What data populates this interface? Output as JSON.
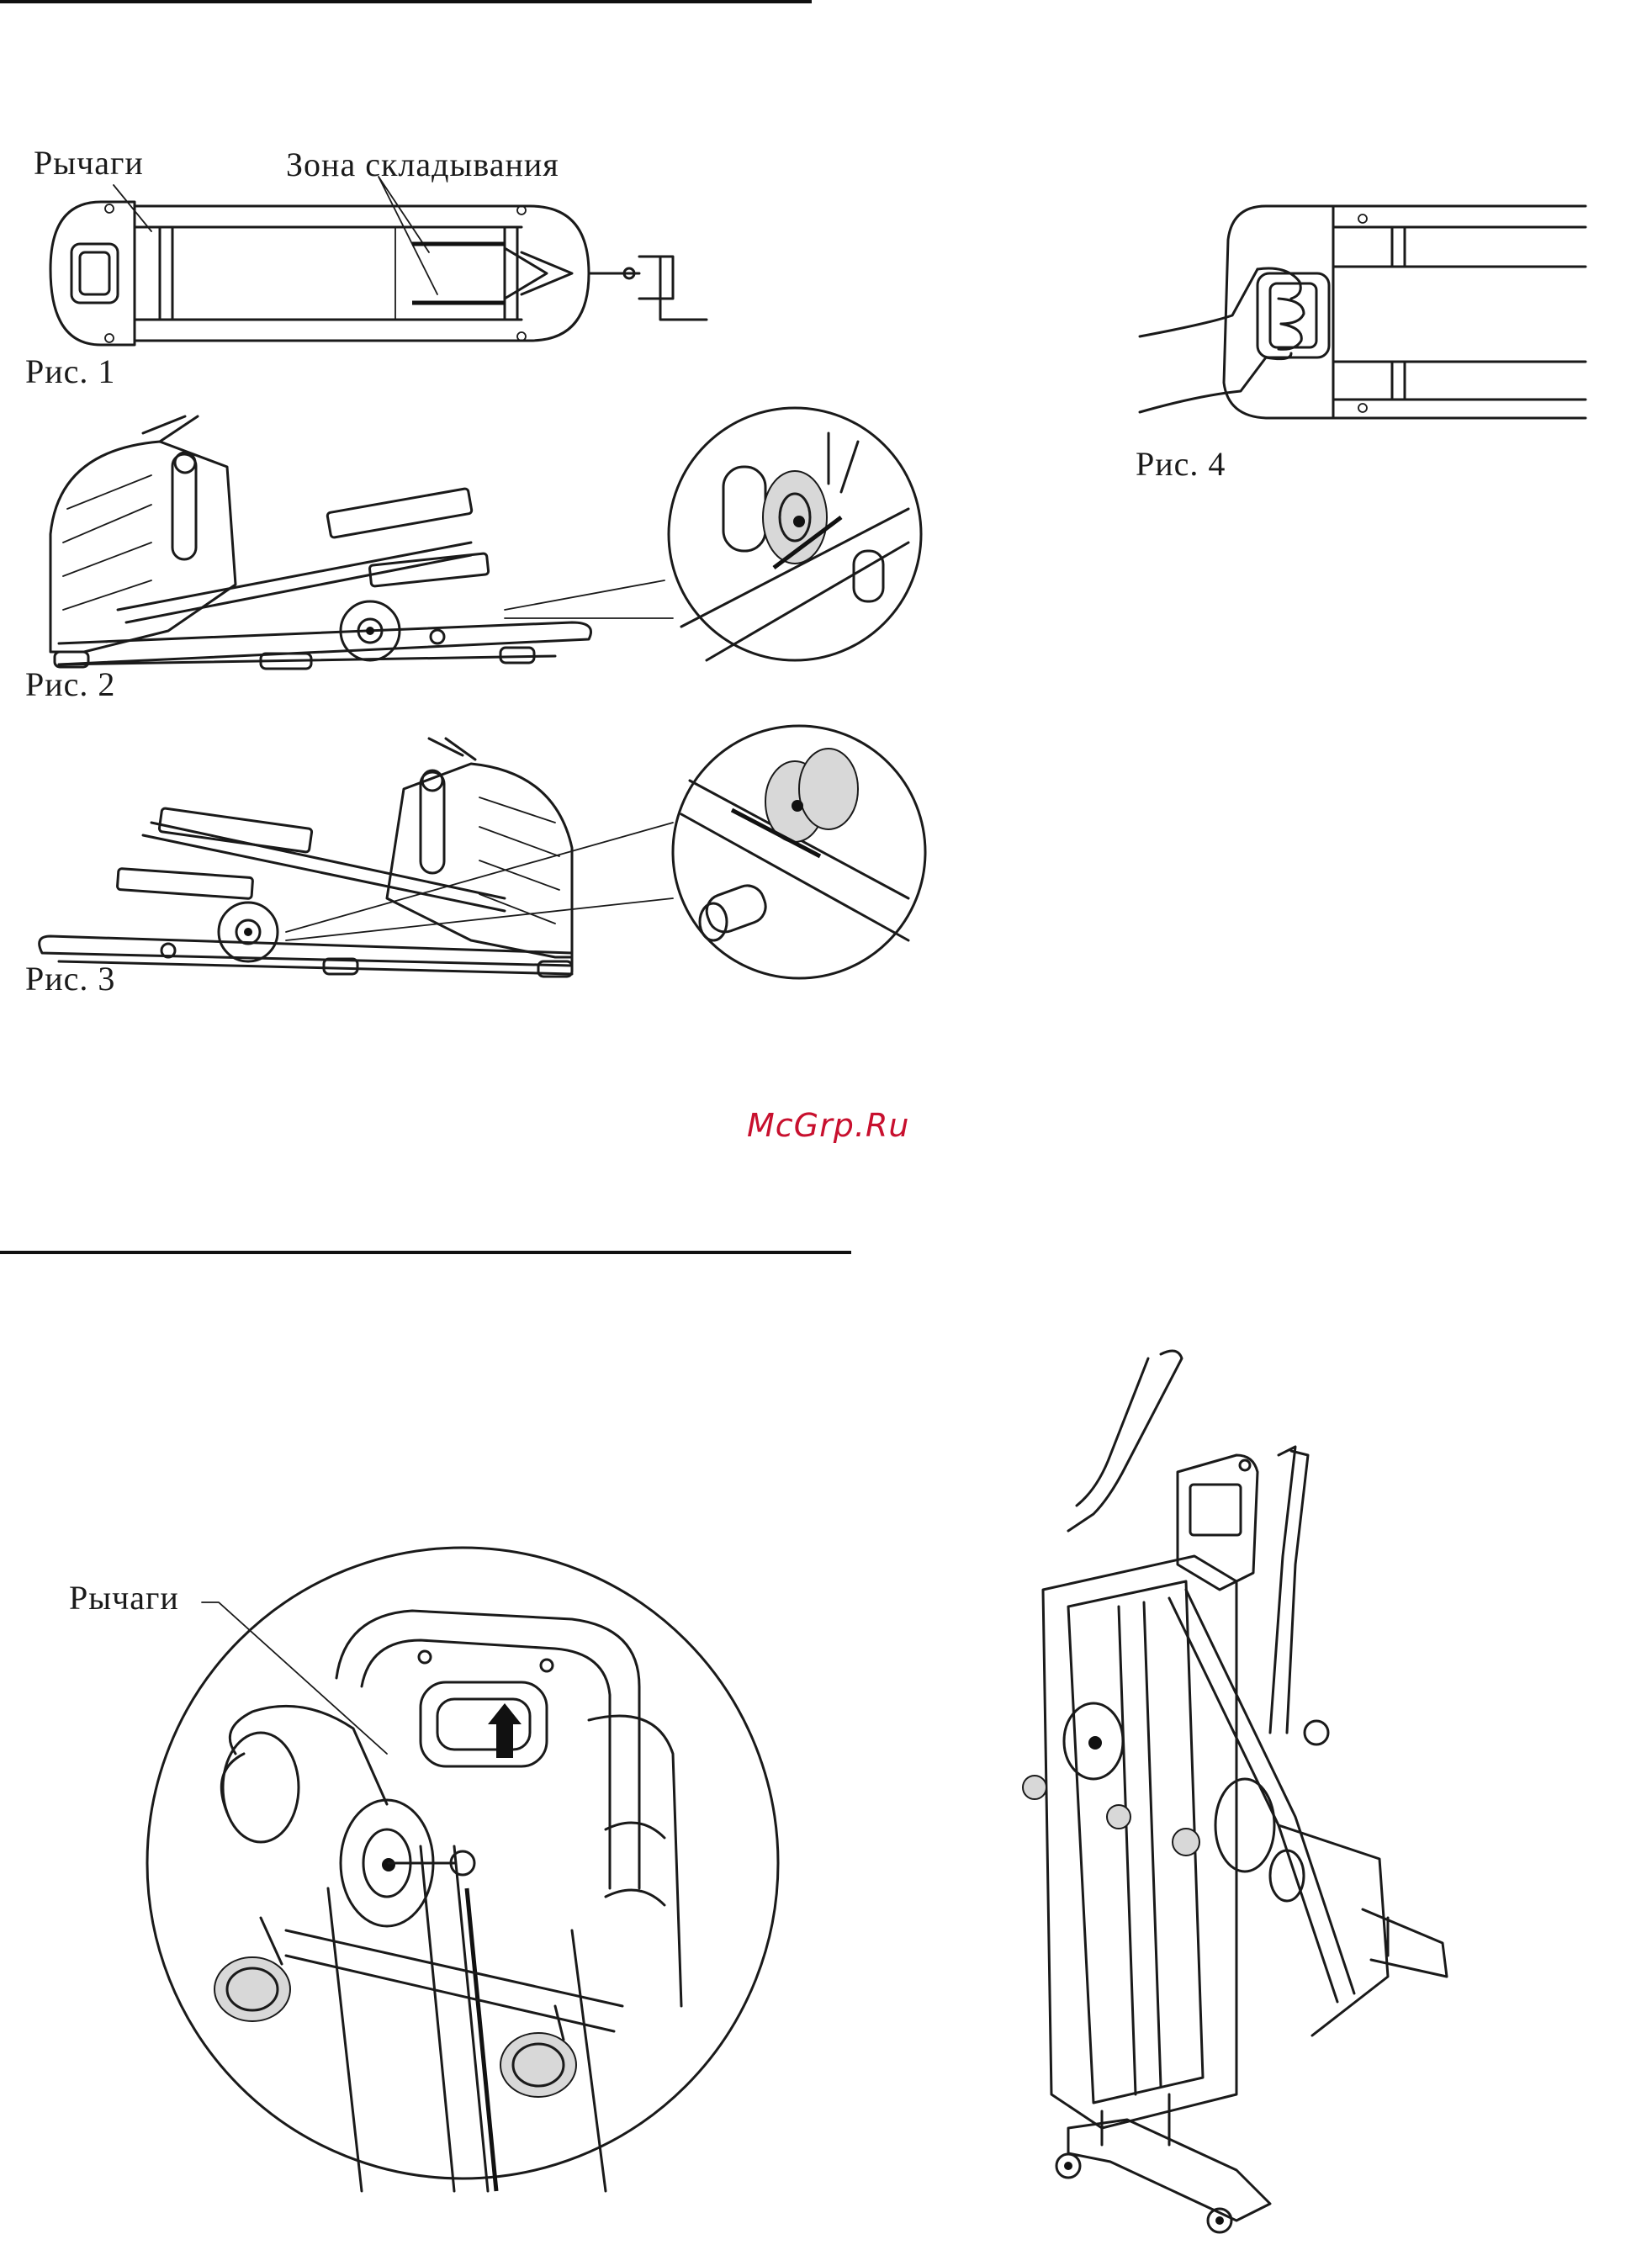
{
  "figures": {
    "fig1": {
      "caption": "Рис. 1",
      "label_levers": "Рычаги",
      "label_fold_zone": "Зона складывания"
    },
    "fig2": {
      "caption": "Рис. 2"
    },
    "fig3": {
      "caption": "Рис. 3"
    },
    "fig4": {
      "caption": "Рис. 4"
    },
    "fig5": {
      "label_levers": "Рычаги"
    }
  },
  "watermark": {
    "text": "McGrp.Ru",
    "color": "#c8102e"
  },
  "colors": {
    "ink": "#1a1a1a",
    "rule": "#111111",
    "background": "#ffffff"
  }
}
